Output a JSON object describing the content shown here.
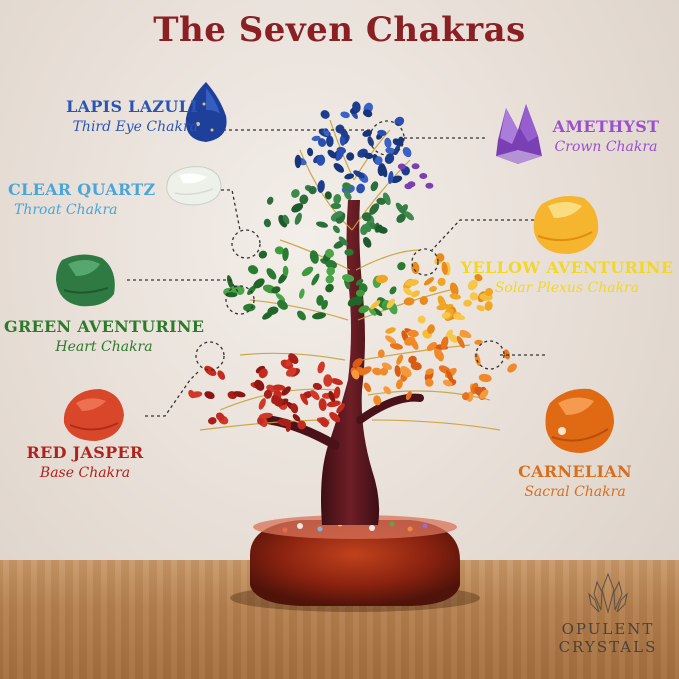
{
  "title": "The Seven Chakras",
  "colors": {
    "title": "#8a1f24",
    "lapis": "#2a55b4",
    "clear_quartz": "#4aa5d8",
    "green": "#2c7a2a",
    "red": "#b0231d",
    "amethyst": "#9b4fd0",
    "yellow": "#f2d62a",
    "carnelian": "#d86f1e"
  },
  "stones": {
    "lapis_lazuli": {
      "name": "LAPIS LAZULI",
      "chakra": "Third Eye Chakra"
    },
    "clear_quartz": {
      "name": "CLEAR QUARTZ",
      "chakra": "Throat Chakra"
    },
    "green_aventurine": {
      "name": "GREEN AVENTURINE",
      "chakra": "Heart Chakra"
    },
    "red_jasper": {
      "name": "RED JASPER",
      "chakra": "Base Chakra"
    },
    "amethyst": {
      "name": "AMETHYST",
      "chakra": "Crown Chakra"
    },
    "yellow_aventurine": {
      "name": "YELLOW AVENTURINE",
      "chakra": "Solar Plexus Chakra"
    },
    "carnelian": {
      "name": "CARNELIAN",
      "chakra": "Sacral Chakra"
    }
  },
  "brand": {
    "line1": "OPULENT",
    "line2": "CRYSTALS"
  }
}
